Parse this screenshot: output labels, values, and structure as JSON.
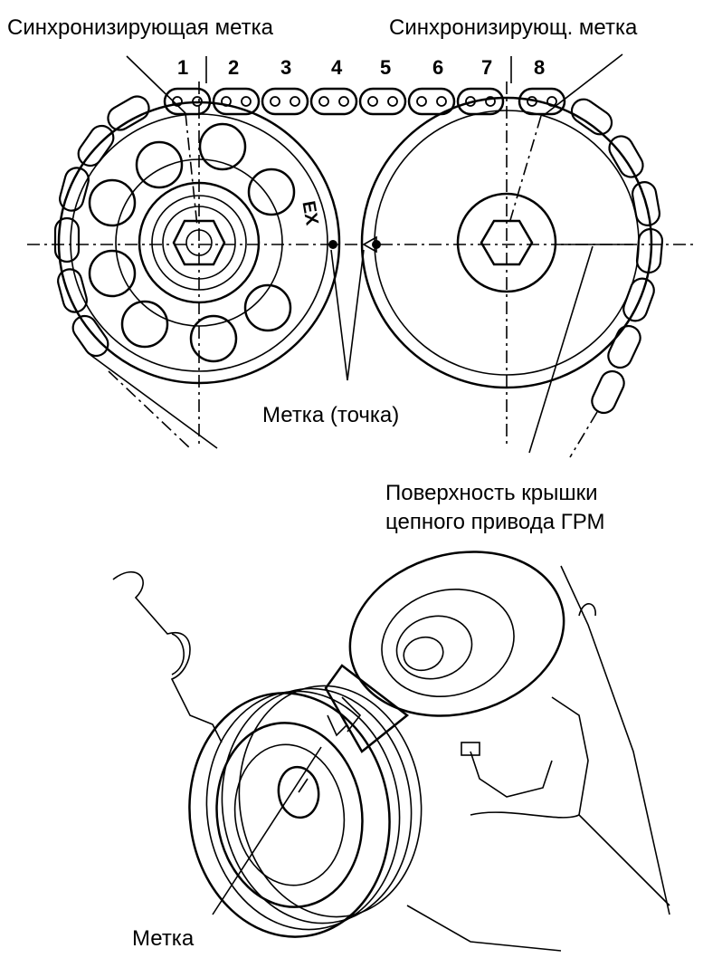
{
  "labels": {
    "sync_mark_left": "Синхронизирующая метка",
    "sync_mark_right": "Синхронизирующ. метка",
    "dot_mark": "Метка (точка)",
    "cover_surface_line1": "Поверхность крышки",
    "cover_surface_line2": "цепного привода ГРМ",
    "pulley_mark": "Метка",
    "ex_mark": "EX"
  },
  "link_numbers": [
    "1",
    "2",
    "3",
    "4",
    "5",
    "6",
    "7",
    "8"
  ]
}
